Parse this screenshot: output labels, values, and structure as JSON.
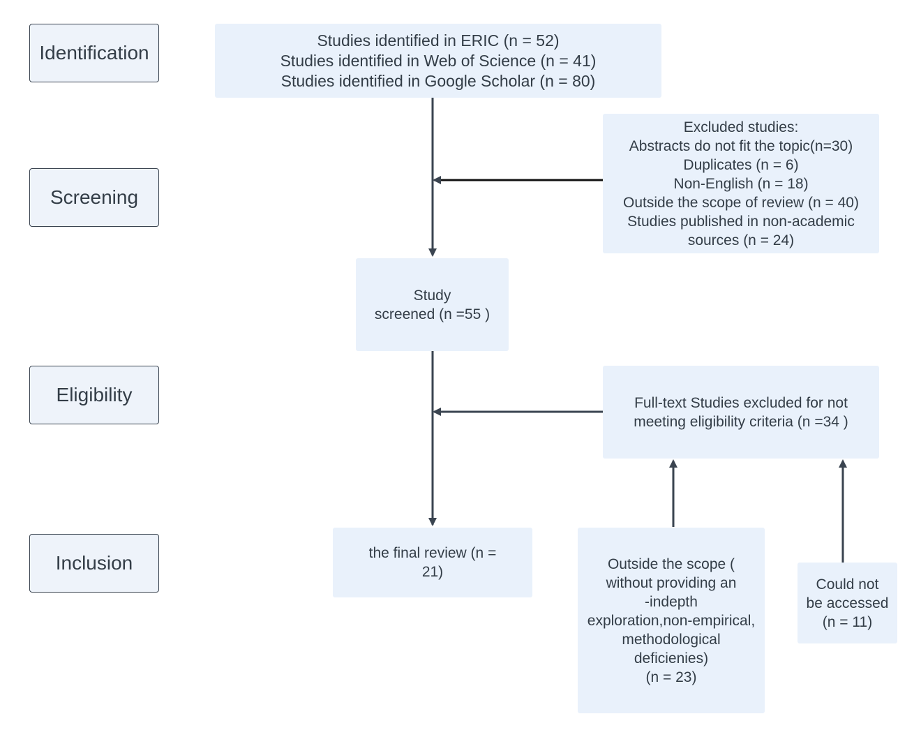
{
  "stages": {
    "identification": "Identification",
    "screening": "Screening",
    "eligibility": "Eligibility",
    "inclusion": "Inclusion"
  },
  "identification_box": {
    "lines": [
      "Studies identified in ERIC  (n = 52)",
      "Studies identified in Web of Science (n = 41)",
      "Studies identified in Google Scholar (n = 80)"
    ]
  },
  "excluded_box": {
    "lines": [
      "Excluded studies:",
      "Abstracts do not fit the topic(n=30)",
      "Duplicates (n = 6)",
      "Non-English  (n = 18)",
      "Outside the scope of review (n = 40)",
      "Studies published in non-academic",
      "sources (n = 24)"
    ]
  },
  "screened_box": {
    "lines": [
      "Study",
      "screened (n =55 )"
    ]
  },
  "fulltext_box": {
    "lines": [
      "Full-text Studies excluded for not",
      "meeting eligibility criteria (n =34 )"
    ]
  },
  "final_box": {
    "lines": [
      "the final review (n =",
      "21)"
    ]
  },
  "outside_scope_box": {
    "lines": [
      "Outside the scope (",
      "without providing an",
      "-indepth",
      "exploration,non-empirical,",
      "methodological",
      "deficienies)",
      "(n = 23)"
    ]
  },
  "not_accessed_box": {
    "lines": [
      "Could not",
      "be accessed",
      "(n = 11)"
    ]
  },
  "colors": {
    "box_fill": "#e9f1fb",
    "stage_fill": "#eef3fa",
    "text": "#333d47",
    "connector": "#3a4450"
  }
}
